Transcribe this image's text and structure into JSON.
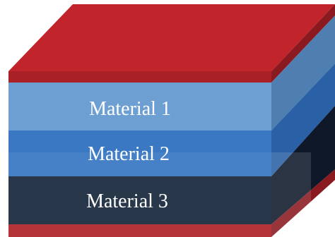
{
  "layers": [
    {
      "label": "Material 1",
      "color": "#6E9FD3"
    },
    {
      "label": "Material 2",
      "color": "#3577C6"
    },
    {
      "label": "Material 3",
      "color": "#28374A"
    }
  ],
  "cap_color": "#C1252B"
}
